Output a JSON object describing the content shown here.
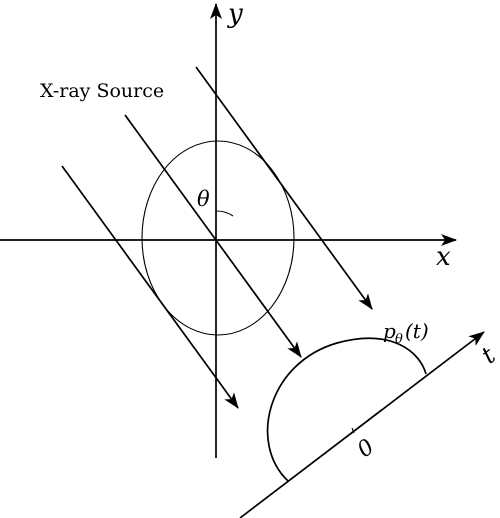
{
  "labels": {
    "source": "X-ray Source",
    "y_axis": "y",
    "x_axis": "x",
    "theta": "θ",
    "projection_p": "p",
    "projection_sub": "θ",
    "projection_arg": "(t)",
    "t_axis": "t",
    "origin": "0"
  },
  "colors": {
    "stroke": "#000000",
    "background": "#ffffff"
  }
}
